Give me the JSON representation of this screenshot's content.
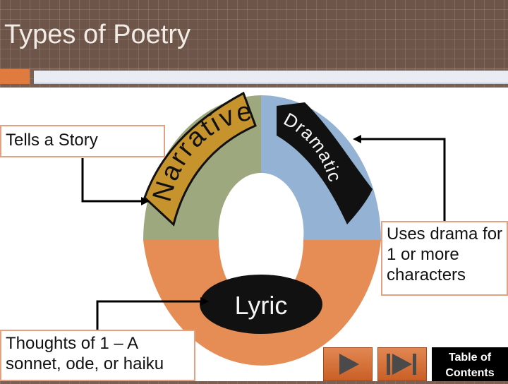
{
  "title": "Types of Poetry",
  "diagram": {
    "narrative": "Narrative",
    "dramatic": "Dramatic",
    "lyric": "Lyric"
  },
  "labels": {
    "narrative": "Tells a Story",
    "dramatic": "Uses drama for 1 or more characters",
    "lyric": "Thoughts of 1 – A sonnet, ode, or haiku"
  },
  "navigation": {
    "next_icon": "play-triangle-icon",
    "last_icon": "skip-to-end-icon",
    "toc": "Table of Contents"
  },
  "colors": {
    "accent": "#e07b3f",
    "narrative_segment": "#9ea87e",
    "dramatic_segment": "#93b2d4",
    "lyric_segment": "#e58d54"
  }
}
